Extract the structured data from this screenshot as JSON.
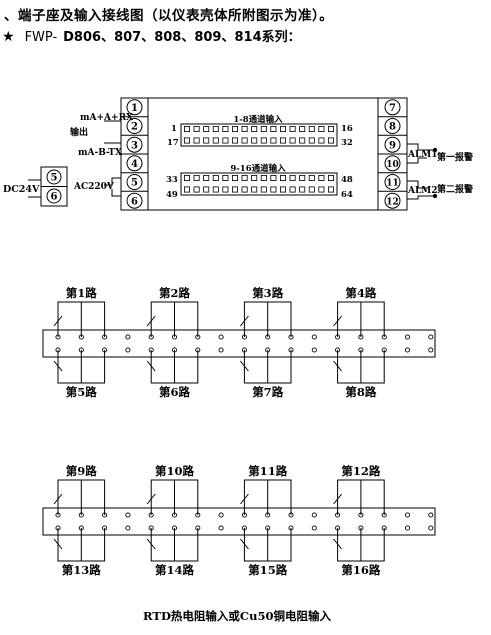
{
  "header": {
    "title": "、端子座及输入接线图（以仪表壳体所附图示为准）。",
    "star": "★",
    "brand": "FWP-",
    "models": "D806、807、808、809、814系列："
  },
  "terminal_block": {
    "left_numbers": [
      "1",
      "2",
      "3",
      "4",
      "5",
      "6"
    ],
    "right_numbers": [
      "7",
      "8",
      "9",
      "10",
      "11",
      "12"
    ],
    "left_labels": {
      "ma_plus": "mA+A+RX",
      "output": "输出",
      "ma_minus": "mA-B-TX",
      "ac": "AC220V"
    },
    "dc_block": {
      "numbers": [
        "5",
        "6"
      ],
      "label": "DC24V"
    },
    "inputs_upper": {
      "label": "1-8通道输入",
      "left_top": "1",
      "left_bottom": "17",
      "right_top": "16",
      "right_bottom": "32"
    },
    "inputs_lower": {
      "label": "9-16通道输入",
      "left_top": "33",
      "left_bottom": "49",
      "right_top": "48",
      "right_bottom": "64"
    },
    "alarms": [
      {
        "tag": "ALM1",
        "label": "第一报警"
      },
      {
        "tag": "ALM2",
        "label": "第二报警"
      }
    ]
  },
  "rtd_wiring": {
    "upper_group": {
      "top_labels": [
        "第1路",
        "第2路",
        "第3路",
        "第4路"
      ],
      "bottom_labels": [
        "第5路",
        "第6路",
        "第7路",
        "第8路"
      ]
    },
    "lower_group": {
      "top_labels": [
        "第9路",
        "第10路",
        "第11路",
        "第12路"
      ],
      "bottom_labels": [
        "第13路",
        "第14路",
        "第15路",
        "第16路"
      ]
    },
    "caption": "RTD热电阻输入或Cu50铜电阻输入"
  }
}
